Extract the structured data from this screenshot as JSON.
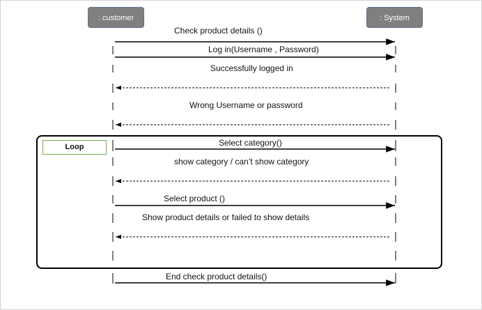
{
  "actors": {
    "customer": ": customer",
    "system": ": System"
  },
  "loop_label": "Loop",
  "messages": [
    {
      "label": "Check product details ()",
      "direction": "right",
      "style": "solid"
    },
    {
      "label": "Log in(Username , Password)",
      "direction": "right",
      "style": "solid"
    },
    {
      "label": "Successfully logged in",
      "direction": "left",
      "style": "dashed"
    },
    {
      "label": "Wrong Username or password",
      "direction": "left",
      "style": "dashed"
    },
    {
      "label": "Select category()",
      "direction": "right",
      "style": "solid"
    },
    {
      "label": "show category / can’t show category",
      "direction": "left",
      "style": "dashed"
    },
    {
      "label": "Select product ()",
      "direction": "right",
      "style": "solid"
    },
    {
      "label": "Show product details or failed to show details",
      "direction": "left",
      "style": "dashed"
    },
    {
      "label": "End check product details()",
      "direction": "right",
      "style": "solid"
    }
  ]
}
